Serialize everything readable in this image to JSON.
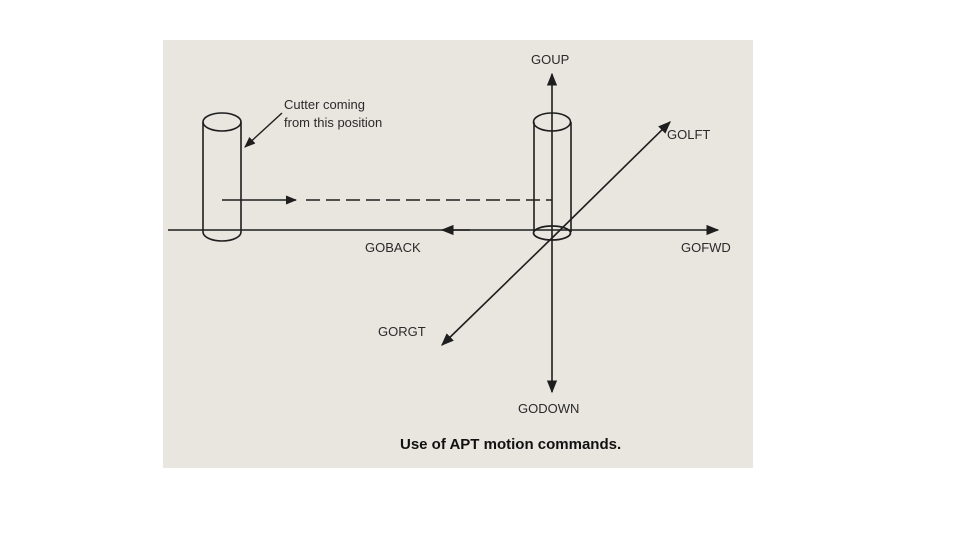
{
  "diagram": {
    "labels": {
      "goup": "GOUP",
      "golft": "GOLFT",
      "goback": "GOBACK",
      "gofwd": "GOFWD",
      "gorgt": "GORGT",
      "godown": "GODOWN",
      "cutter_line1": "Cutter coming",
      "cutter_line2": "from this position"
    },
    "caption": "Use of APT motion commands.",
    "colors": {
      "paper": "#e9e6e0",
      "ink": "#1e1e1e"
    }
  }
}
